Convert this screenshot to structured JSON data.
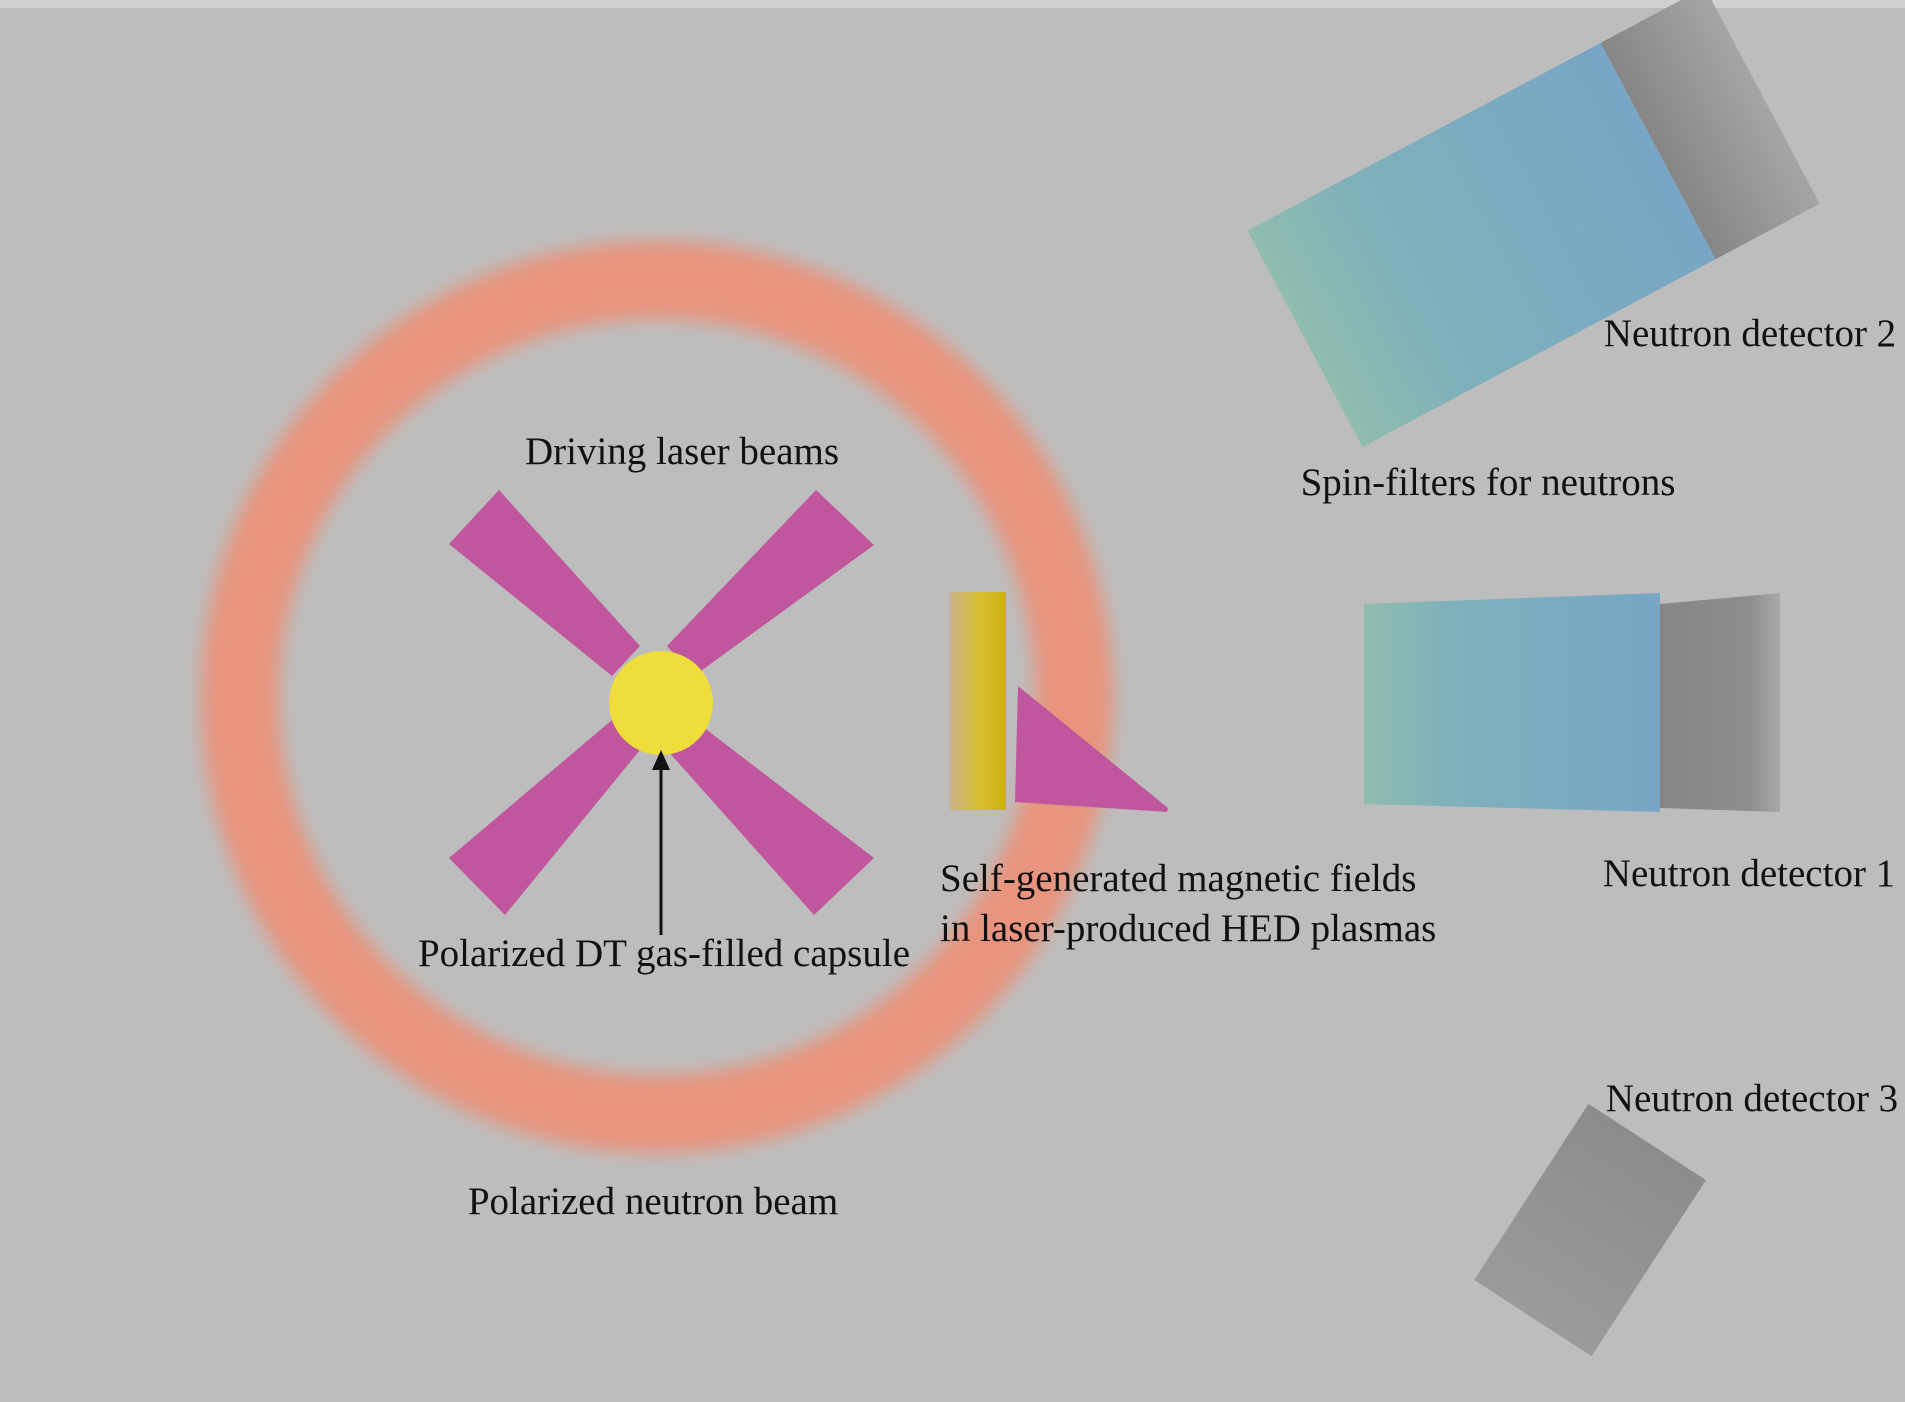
{
  "labels": {
    "driving_laser_beams": "Driving laser beams",
    "capsule": "Polarized DT gas-filled capsule",
    "neutron_beam": "Polarized neutron beam",
    "magnetic_line1": "Self-generated magnetic fields",
    "magnetic_line2": "in laser-produced HED plasmas",
    "spin_filters": "Spin-filters for neutrons",
    "detector_1": "Neutron detector 1",
    "detector_2": "Neutron detector 2",
    "detector_3": "Neutron detector 3"
  },
  "colors": {
    "background": "#bdbdbd",
    "top_border": "#d0d0d0",
    "neutron_ring": "#e8947e",
    "laser_beam": "#c0579e",
    "capsule": "#efdd3c",
    "target_foil": "#d4bb2a",
    "spin_filter_teal": "#8cb8ad",
    "spin_filter_blue": "#78a6c4",
    "detector_gray": "#8a8a8a",
    "arrow": "#111111"
  }
}
